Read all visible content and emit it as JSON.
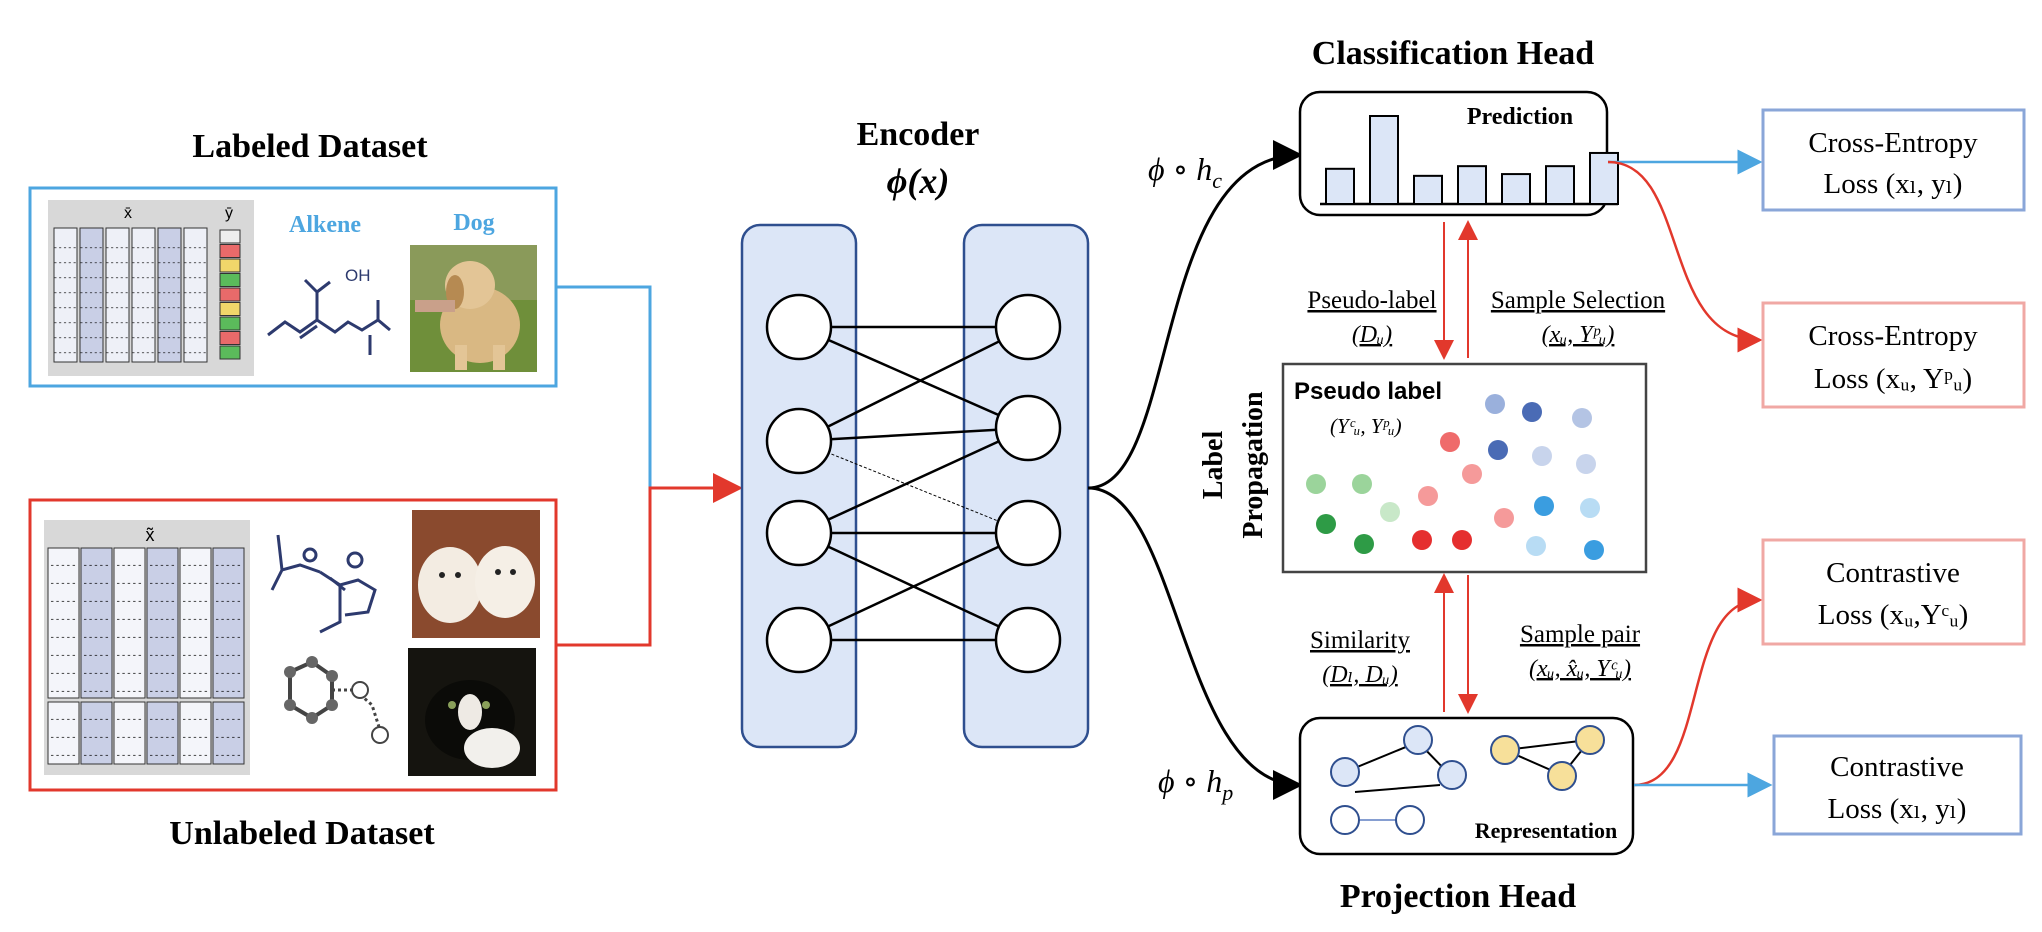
{
  "labeled": {
    "title": "Labeled Dataset",
    "x_header": "x̄",
    "y_header": "ȳ",
    "cell": "-----",
    "molecule_label": "Alkene",
    "molecule_atom": "OH",
    "image_label": "Dog"
  },
  "unlabeled": {
    "title": "Unlabeled Dataset",
    "x_header": "x̃",
    "cell": "-----"
  },
  "encoder": {
    "title": "Encoder",
    "formula": "ϕ(x)"
  },
  "classification_head": {
    "title": "Classification Head",
    "inner_label": "Prediction",
    "map_label": "ϕ ∘ h",
    "map_sub": "c",
    "bar_values": [
      0.4,
      1.0,
      0.32,
      0.43,
      0.34,
      0.43,
      0.58
    ]
  },
  "projection_head": {
    "title": "Projection Head",
    "inner_label": "Representation",
    "map_label": "ϕ ∘ h",
    "map_sub": "p"
  },
  "label_propagation": {
    "side_title_1": "Label",
    "side_title_2": "Propagation",
    "box_title": "Pseudo label",
    "box_sub": "(Yᶜᵤ, Yᵖᵤ)"
  },
  "arrow_labels": {
    "pseudo_label": "Pseudo-label",
    "pseudo_label_sub": "(Dᵤ)",
    "sample_selection": "Sample Selection",
    "sample_selection_sub": "(xᵤ, Yᵖᵤ)",
    "similarity": "Similarity",
    "similarity_sub": "(Dₗ, Dᵤ)",
    "sample_pair": "Sample pair",
    "sample_pair_sub": "(xᵤ, x̂ᵤ, Yᶜᵤ)"
  },
  "losses": {
    "ce_labeled_line1": "Cross-Entropy",
    "ce_labeled_line2": "Loss (xₗ, yₗ)",
    "ce_unlabeled_line1": "Cross-Entropy",
    "ce_unlabeled_line2": "Loss (xᵤ, Yᵖᵤ)",
    "con_unlabeled_line1": "Contrastive",
    "con_unlabeled_line2": "Loss (xᵤ,Yᶜᵤ)",
    "con_labeled_line1": "Contrastive",
    "con_labeled_line2": "Loss (xₗ, yₗ)"
  },
  "colors": {
    "blue": "#4da6e0",
    "red": "#e2382c",
    "encoder_fill": "#dce6f7",
    "encoder_stroke": "#2f4f8f",
    "loss_blue_border": "#8aa6d8",
    "loss_red_border": "#f0a8a4"
  }
}
